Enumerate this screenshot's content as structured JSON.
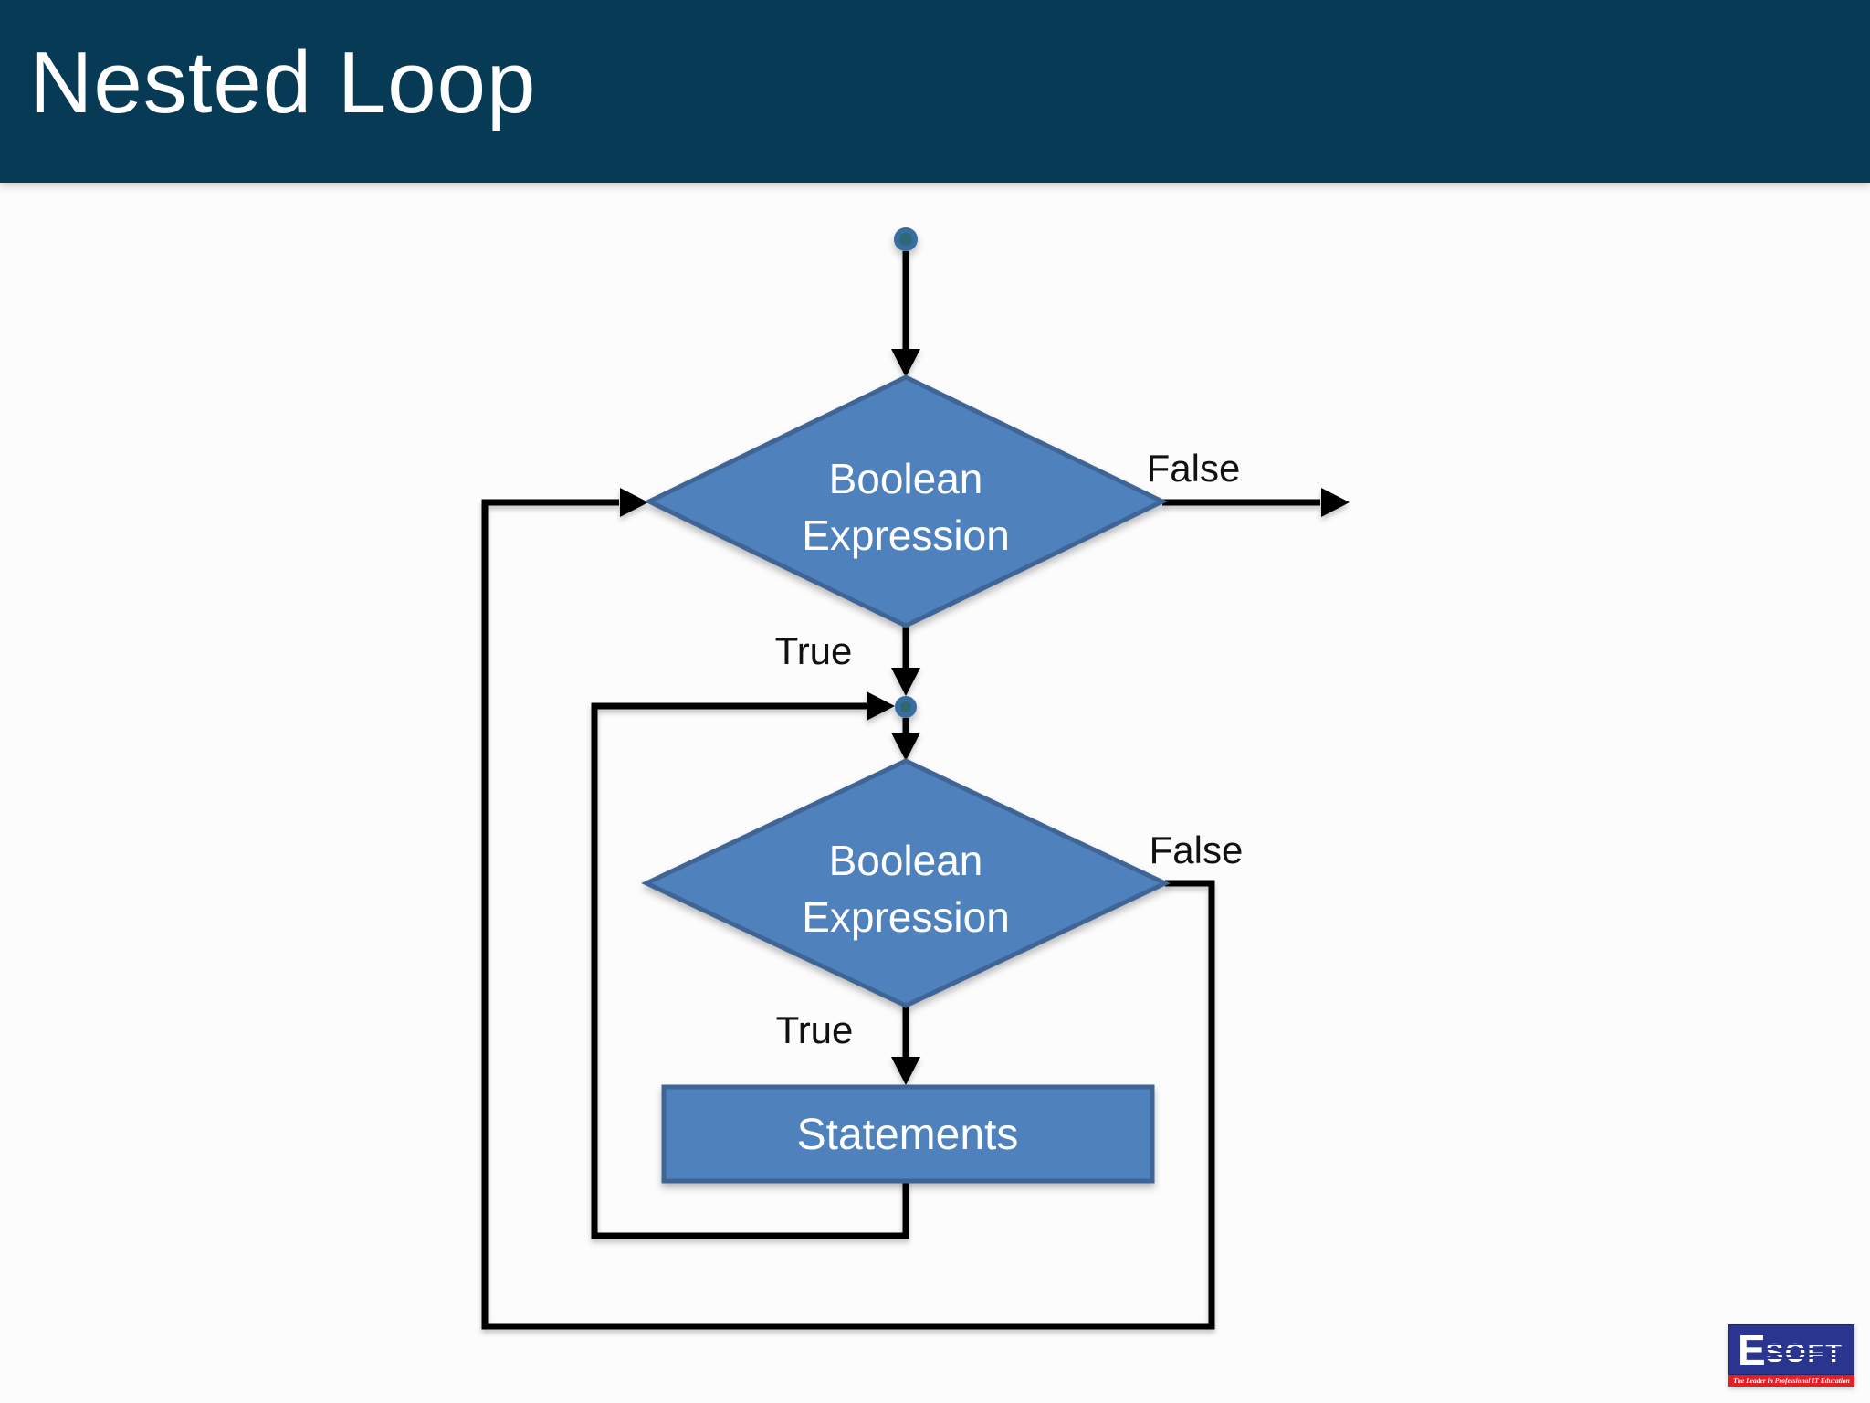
{
  "header": {
    "title": "Nested Loop"
  },
  "flowchart": {
    "decision1": {
      "label": "Boolean Expression",
      "label_lines": [
        "Boolean",
        "Expression"
      ],
      "true_label": "True",
      "false_label": "False"
    },
    "decision2": {
      "label": "Boolean Expression",
      "label_lines": [
        "Boolean",
        "Expression"
      ],
      "true_label": "True",
      "false_label": "False"
    },
    "process": {
      "label": "Statements"
    }
  },
  "logo": {
    "brand_bold": "E",
    "brand_rest": "SOFT",
    "tagline": "The Leader in Professional IT Education"
  },
  "colors": {
    "header_bg": "#073B55",
    "slide_bg": "#FCFCFC",
    "shape_fill": "#4F81BD",
    "shape_border": "#3E6595",
    "connector": "#000000",
    "node_dot_outer": "#376DA0",
    "node_dot_inner": "#2E6873",
    "logo_blue": "#2A3590",
    "logo_red": "#E31E25"
  }
}
